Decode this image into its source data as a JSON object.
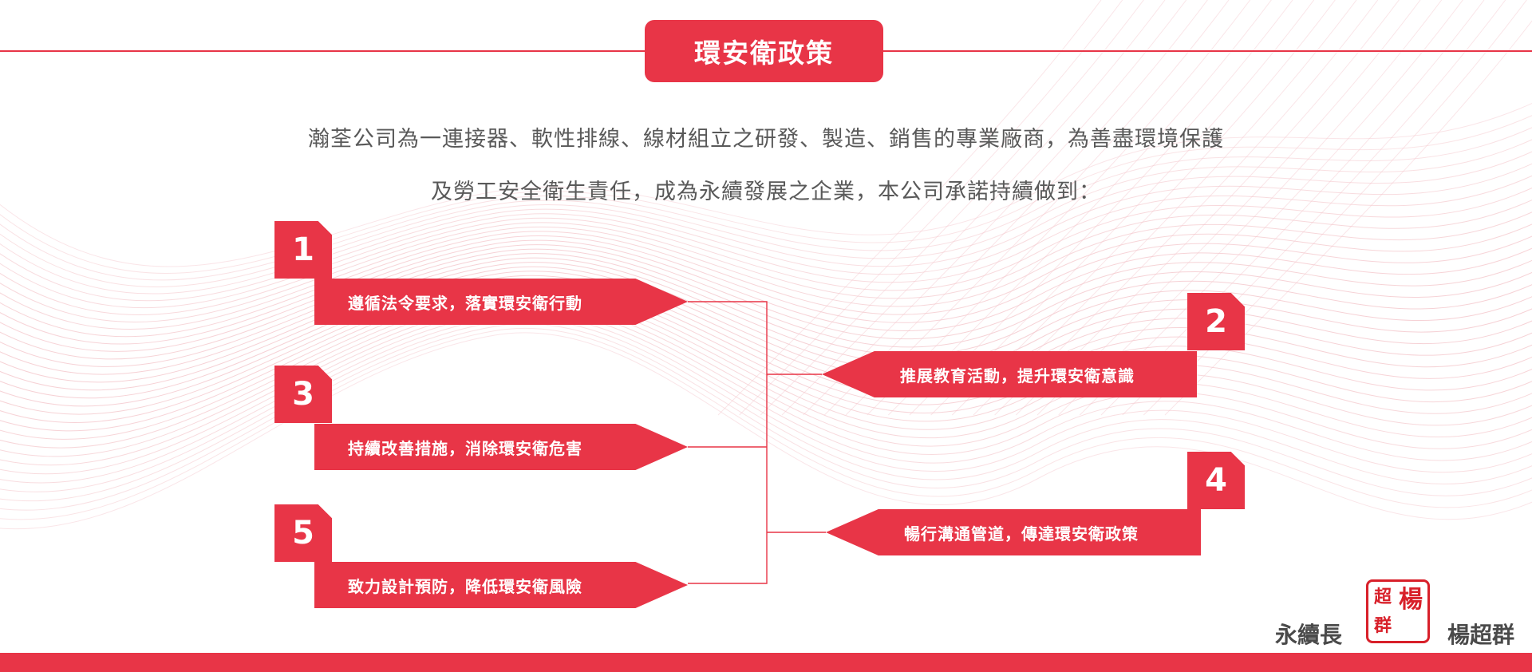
{
  "title": "環安衛政策",
  "intro": {
    "line1": "瀚荃公司為一連接器、軟性排線、線材組立之研發、製造、銷售的專業廠商，為善盡環境保護",
    "line2": "及勞工安全衛生責任，成為永續發展之企業，本公司承諾持續做到："
  },
  "commitments": [
    {
      "number": "1",
      "text": "遵循法令要求，落實環安衛行動"
    },
    {
      "number": "2",
      "text": "推展教育活動，提升環安衛意識"
    },
    {
      "number": "3",
      "text": "持續改善措施，消除環安衛危害"
    },
    {
      "number": "4",
      "text": "暢行溝通管道，傳達環安衛政策"
    },
    {
      "number": "5",
      "text": "致力設計預防，降低環安衛風險"
    }
  ],
  "signature": {
    "title": "永續長",
    "name": "楊超群",
    "seal_chars": [
      "楊",
      "超",
      "群"
    ]
  },
  "colors": {
    "accent": "#e83547",
    "text": "#595959",
    "wave": "#f4c6cb"
  }
}
